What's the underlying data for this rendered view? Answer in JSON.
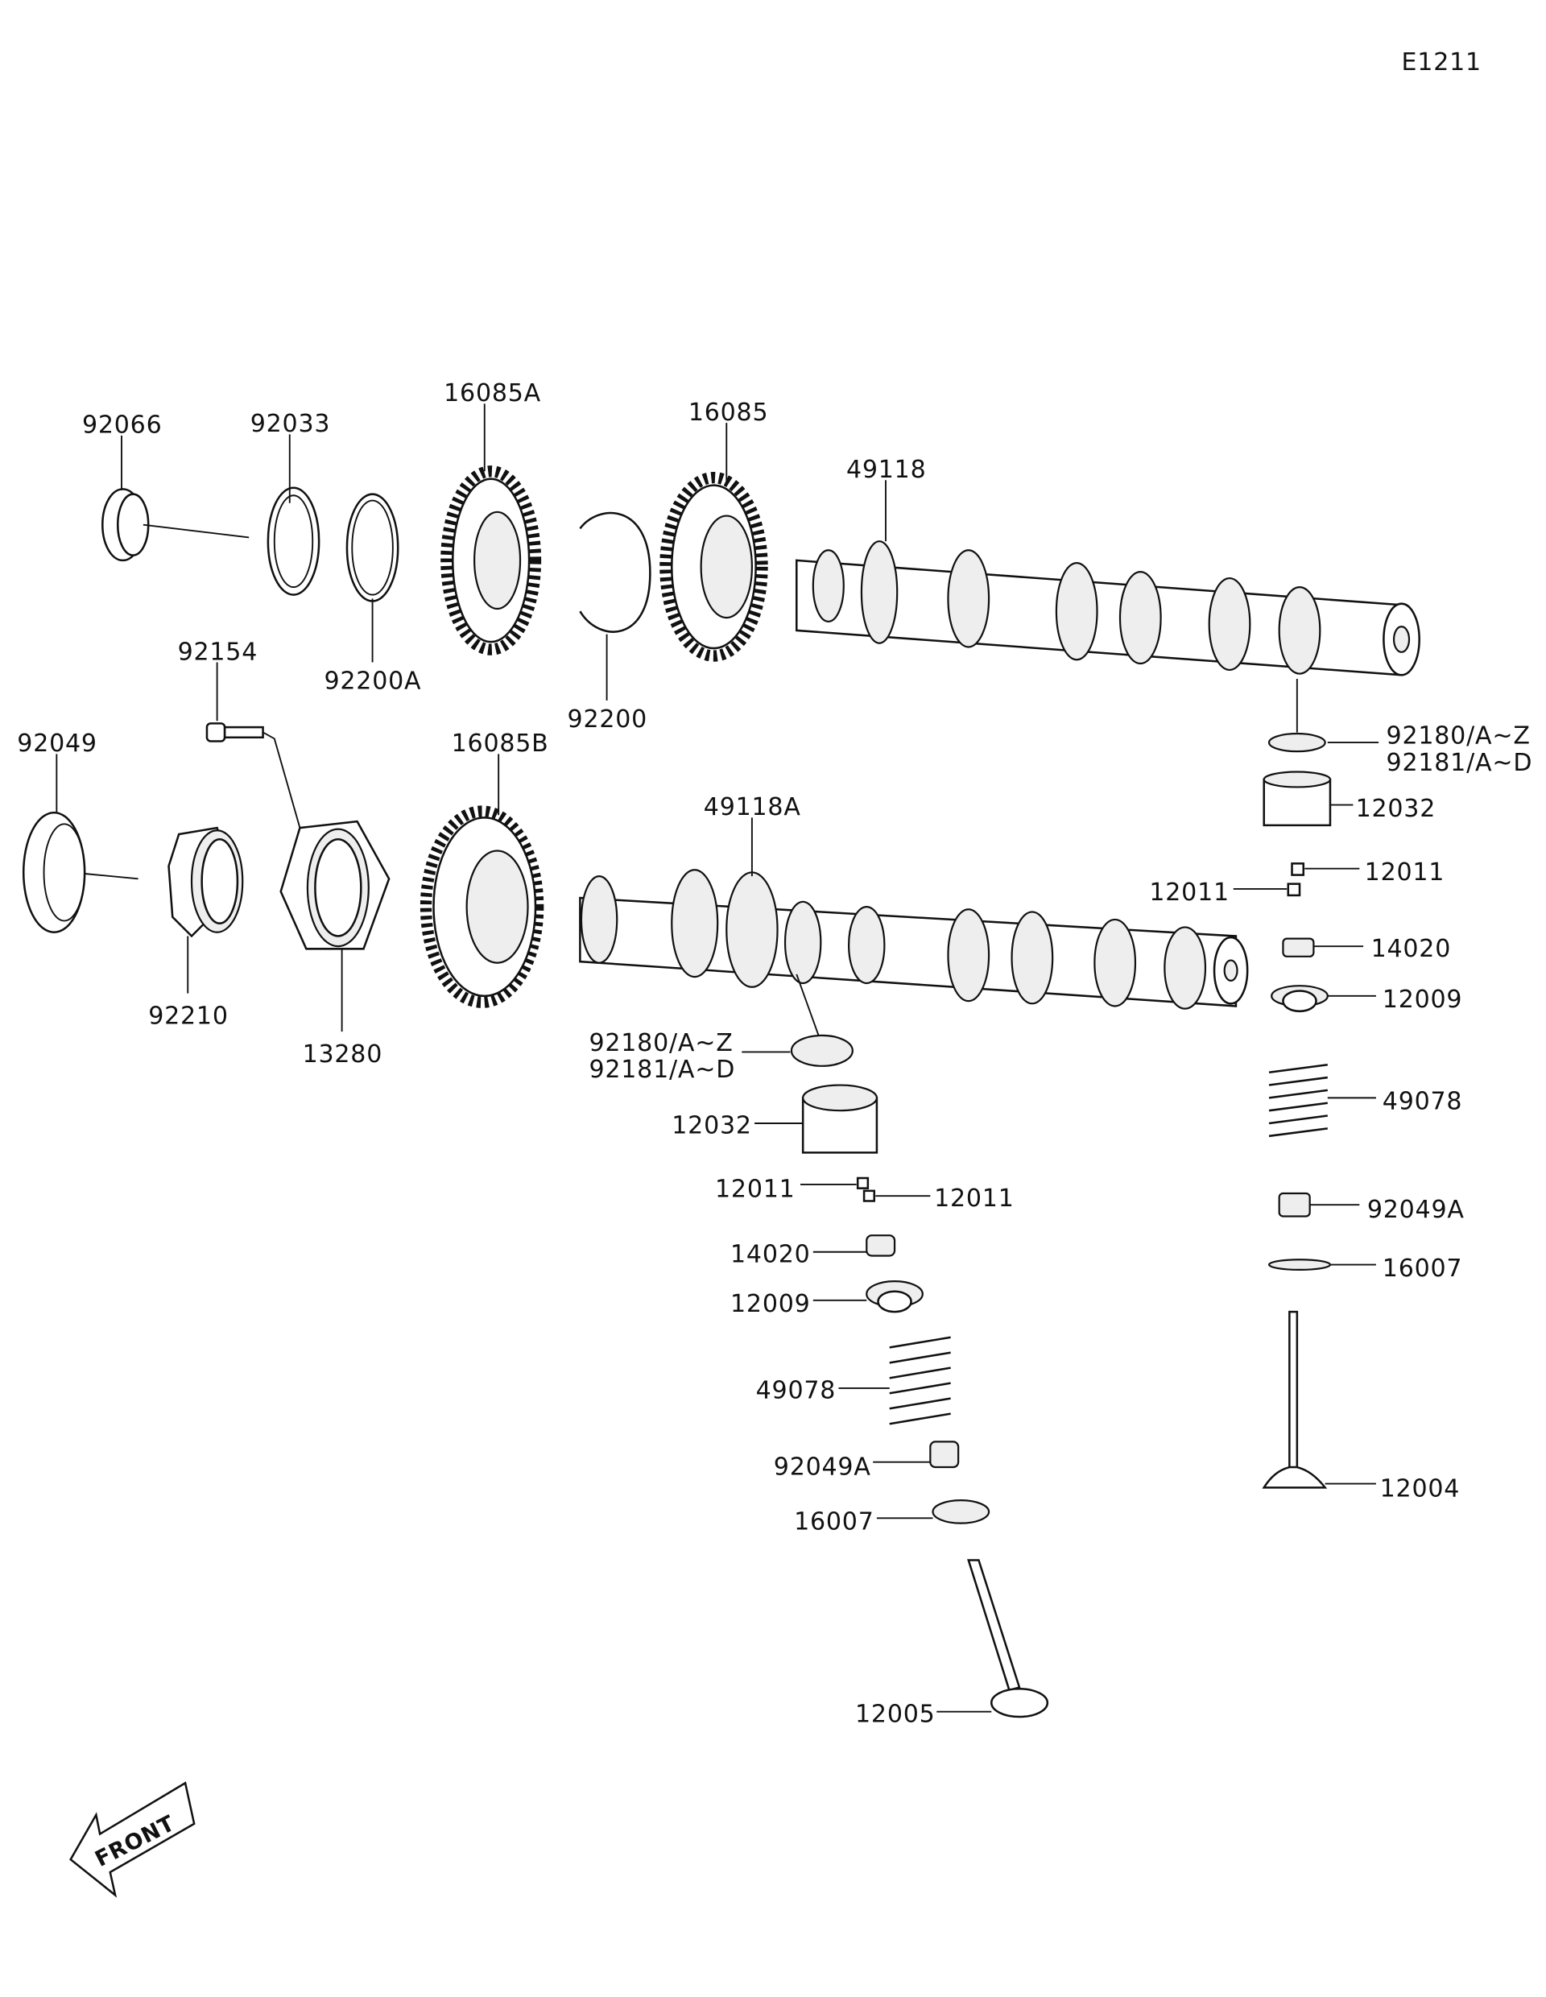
{
  "diagram_code": "E1211",
  "front_marker": "FRONT",
  "labels": {
    "p92066": "92066",
    "p92033": "92033",
    "p16085A": "16085A",
    "p16085": "16085",
    "p49118": "49118",
    "p92154": "92154",
    "p92200A": "92200A",
    "p92200": "92200",
    "p92049": "92049",
    "p16085B": "16085B",
    "p49118A": "49118A",
    "r92180": "92180/A~Z",
    "r92181": "92181/A~D",
    "r12032": "12032",
    "r12011a": "12011",
    "r12011b": "12011",
    "r14020": "14020",
    "r12009": "12009",
    "r49078": "49078",
    "r92049A": "92049A",
    "r16007": "16007",
    "r12004": "12004",
    "p92210": "92210",
    "p13280": "13280",
    "l92180": "92180/A~Z",
    "l92181": "92181/A~D",
    "l12032": "12032",
    "l12011a": "12011",
    "l12011b": "12011",
    "l14020": "14020",
    "l12009": "12009",
    "l49078": "49078",
    "l92049A": "92049A",
    "l16007": "16007",
    "l12005": "12005"
  }
}
